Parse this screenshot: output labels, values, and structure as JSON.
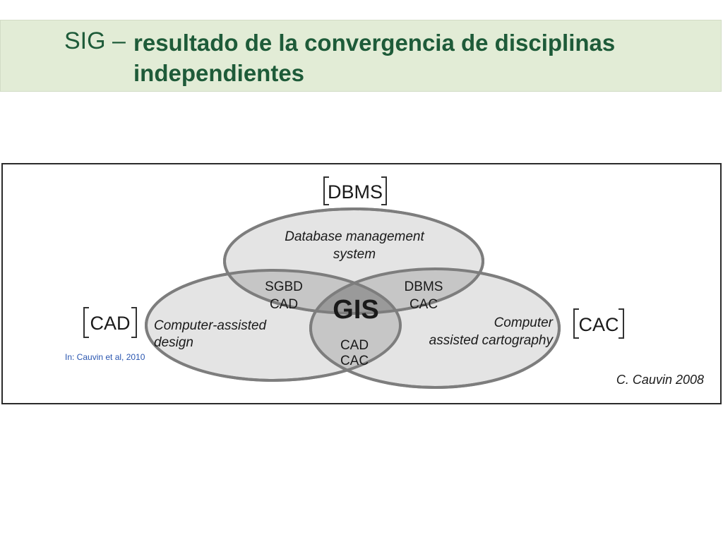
{
  "header": {
    "prefix": "SIG –",
    "title_line1": "resultado de la convergencia de disciplinas",
    "title_line2": "independientes"
  },
  "diagram": {
    "top_tag": "DBMS",
    "left_tag": "CAD",
    "right_tag": "CAC",
    "top_circle": {
      "line1": "Database management",
      "line2": "system"
    },
    "left_circle": {
      "line1": "Computer-assisted",
      "line2": "design"
    },
    "right_circle": {
      "line1": "Computer",
      "line2": "assisted cartography"
    },
    "overlap_top_left": {
      "line1": "SGBD",
      "line2": "CAD"
    },
    "overlap_top_right": {
      "line1": "DBMS",
      "line2": "CAC"
    },
    "overlap_bottom": {
      "line1": "CAD",
      "line2": "CAC"
    },
    "center": "GIS",
    "credit": "C. Cauvin 2008"
  },
  "source_note": "In: Cauvin et al, 2010",
  "colors": {
    "title_band": "#e2ecd6",
    "title_text": "#1e5b39",
    "ellipse_fill": "#e3e3e3",
    "ellipse_stroke": "#7d7d7d",
    "center_fill": "#9a9a9a",
    "source_note": "#2a56b0"
  }
}
